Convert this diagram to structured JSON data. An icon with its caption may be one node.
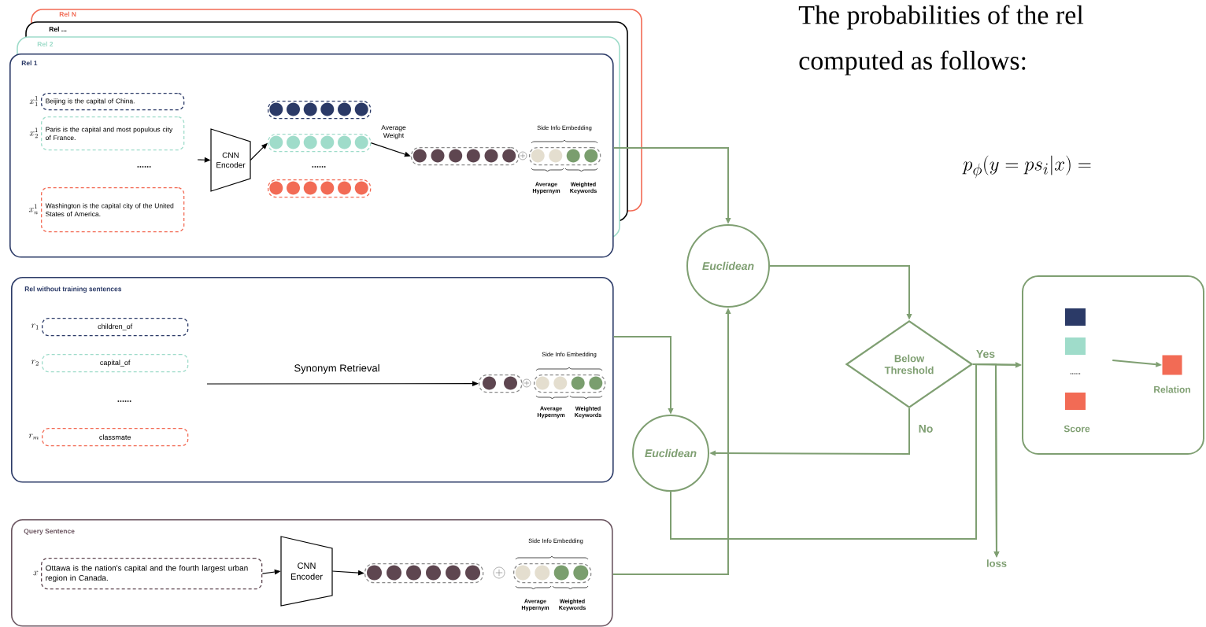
{
  "diagram": {
    "nodes": [
      {
        "text": [
          "Rel N"
        ]
      },
      {
        "text": [
          "Rel ..."
        ]
      },
      {
        "text": [
          "Rel 2"
        ]
      },
      {
        "text": [
          "Rel 1"
        ]
      },
      {
        "text": [
          "Beijing is the capital of China."
        ],
        "beside": [
          "x_1^1"
        ],
        "in": 3
      },
      {
        "text": [
          "Paris is the capital and most populous city of France."
        ],
        "beside": [
          "x_2^1"
        ],
        "in": 3
      },
      {
        "text": [
          "Washington is the capital city of the United States of America."
        ],
        "beside": [
          "x_n^1"
        ],
        "in": 3
      },
      {
        "text": [
          "CNN Encoder"
        ],
        "in": 3
      },
      {
        "text": [],
        "shape": "box",
        "in": 3
      },
      {
        "text": [],
        "shape": "box",
        "in": 3
      },
      {
        "text": [],
        "shape": "box",
        "in": 3
      },
      {
        "text": [],
        "shape": "box",
        "in": 3
      },
      {
        "text": [],
        "shape": "box",
        "in": 3
      },
      {
        "text": [
          "Rel without training sentences"
        ]
      },
      {
        "text": [
          "children_of"
        ],
        "beside": [
          "r_1"
        ],
        "in": 13
      },
      {
        "text": [
          "capital_of"
        ],
        "beside": [
          "r_2"
        ],
        "in": 13
      },
      {
        "text": [
          "classmate"
        ],
        "beside": [
          "r_m"
        ],
        "in": 13
      },
      {
        "text": [],
        "shape": "box",
        "in": 13
      },
      {
        "text": [],
        "shape": "box",
        "in": 13
      },
      {
        "text": [
          "Query Sentence"
        ]
      },
      {
        "text": [
          "Ottawa is the nation's capital and the fourth largest urban region in Canada."
        ],
        "beside": [
          "x"
        ],
        "in": 19
      },
      {
        "text": [
          "CNN Encoder"
        ],
        "in": 19
      },
      {
        "text": [],
        "shape": "box",
        "in": 19
      },
      {
        "text": [],
        "shape": "box",
        "in": 19
      },
      {
        "text": [
          "Euclidean"
        ]
      },
      {
        "text": [
          "Euclidean"
        ]
      },
      {
        "text": [
          "Below Threshold"
        ]
      },
      {
        "text": [],
        "shape": "box"
      },
      {
        "text": [
          "Score"
        ],
        "in": 27
      },
      {
        "text": [
          "Relation"
        ],
        "in": 27
      },
      {
        "text": [
          "loss"
        ]
      }
    ],
    "edges": [
      {
        "from": null,
        "to": 7,
        "arrow": "to",
        "color": "#000000"
      },
      {
        "from": 7,
        "to": 9,
        "arrow": "to",
        "color": "#000000"
      },
      {
        "from": 9,
        "to": 11,
        "arrow": "to",
        "label": "Average Weight",
        "color": "#000000"
      },
      {
        "from": null,
        "to": 17,
        "arrow": "to",
        "label": "Synonym Retrieval",
        "color": "#000000"
      },
      {
        "from": 20,
        "to": 21,
        "arrow": "to",
        "color": "#000000"
      },
      {
        "from": 21,
        "to": 22,
        "arrow": "to",
        "color": "#000000"
      },
      {
        "from": 3,
        "to": 24,
        "arrow": "to"
      },
      {
        "from": 13,
        "to": 25,
        "arrow": "to"
      },
      {
        "from": 19,
        "to": 24,
        "arrow": "to"
      },
      {
        "from": 24,
        "to": 26,
        "arrow": "to"
      },
      {
        "from": 26,
        "to": 25,
        "arrow": "to",
        "label": "No"
      },
      {
        "from": 26,
        "to": 27,
        "arrow": "to",
        "label": "Yes"
      },
      {
        "from": 26,
        "to": 30,
        "arrow": "to"
      },
      {
        "from": 25,
        "to": 27,
        "arrow": "to"
      },
      {
        "from": 25,
        "to": 30,
        "arrow": "to"
      },
      {
        "from": 28,
        "to": 29,
        "arrow": "to"
      }
    ],
    "labels": [
      "The probabilities of the rel",
      "computed as follows:",
      "......",
      "Side Info Embedding",
      "......",
      "Average Hypernym",
      "Weighted Keywords",
      "p_\\phi(y = ps_i|x) =",
      "Side Info Embedding",
      "Average Hypernym",
      "Weighted Keywords",
      "......",
      "......",
      "Side Info Embedding",
      "Average Hypernym",
      "Weighted Keywords"
    ]
  }
}
